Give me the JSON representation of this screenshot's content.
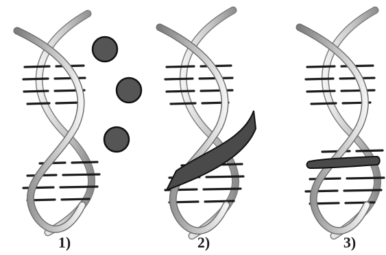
{
  "panels": [
    {
      "label": "1)"
    },
    {
      "label": "2)"
    },
    {
      "label": "3)"
    }
  ],
  "colors": {
    "strand_light": "#e6e6e6",
    "strand_dark": "#8a8a8a",
    "rung": "#1a1a1a",
    "molecule": "#555555",
    "molecule_outline": "#111111"
  }
}
